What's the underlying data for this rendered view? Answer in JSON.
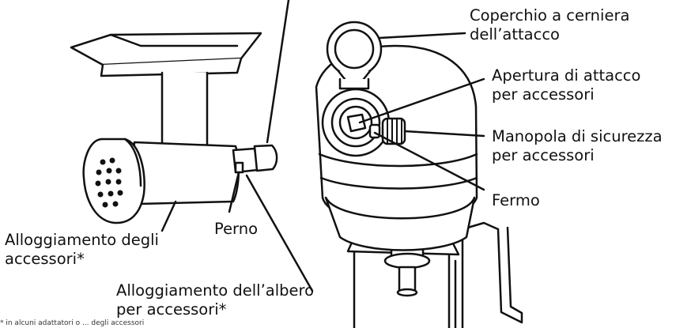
{
  "labels": {
    "hinged_cover": [
      "Coperchio a cerniera",
      "dell’attacco"
    ],
    "attachment_opening": [
      "Apertura di attacco",
      "per accessori"
    ],
    "safety_knob": [
      "Manopola di sicurezza",
      "per accessori"
    ],
    "latch": "Fermo",
    "pin": "Perno",
    "accessory_housing": [
      "Alloggiamento degli",
      "accessori*"
    ],
    "shaft_housing": [
      "Alloggiamento dell’albero",
      "per accessori*"
    ]
  },
  "footnote": "* in alcuni adattatori o ... degli accessori"
}
